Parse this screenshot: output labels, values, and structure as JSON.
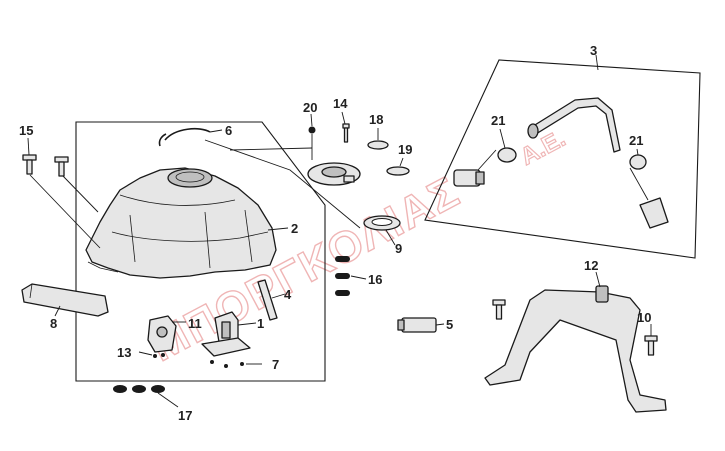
{
  "watermark": {
    "main": "ΜΠΟΡΓΚΟΛΙΑΣ",
    "suffix": "A.E."
  },
  "callouts": [
    {
      "id": "c1",
      "text": "1"
    },
    {
      "id": "c2",
      "text": "2"
    },
    {
      "id": "c3",
      "text": "3"
    },
    {
      "id": "c4",
      "text": "4"
    },
    {
      "id": "c5",
      "text": "5"
    },
    {
      "id": "c6",
      "text": "6"
    },
    {
      "id": "c7",
      "text": "7"
    },
    {
      "id": "c8",
      "text": "8"
    },
    {
      "id": "c9",
      "text": "9"
    },
    {
      "id": "c10",
      "text": "10"
    },
    {
      "id": "c11",
      "text": "11"
    },
    {
      "id": "c12",
      "text": "12"
    },
    {
      "id": "c13",
      "text": "13"
    },
    {
      "id": "c14",
      "text": "14"
    },
    {
      "id": "c15",
      "text": "15"
    },
    {
      "id": "c16",
      "text": "16"
    },
    {
      "id": "c17",
      "text": "17"
    },
    {
      "id": "c18",
      "text": "18"
    },
    {
      "id": "c19",
      "text": "19"
    },
    {
      "id": "c20",
      "text": "20"
    },
    {
      "id": "c21a",
      "text": "21"
    },
    {
      "id": "c21b",
      "text": "21"
    }
  ],
  "colors": {
    "line": "#1a1a1a",
    "watermark": "#e88f8f"
  }
}
